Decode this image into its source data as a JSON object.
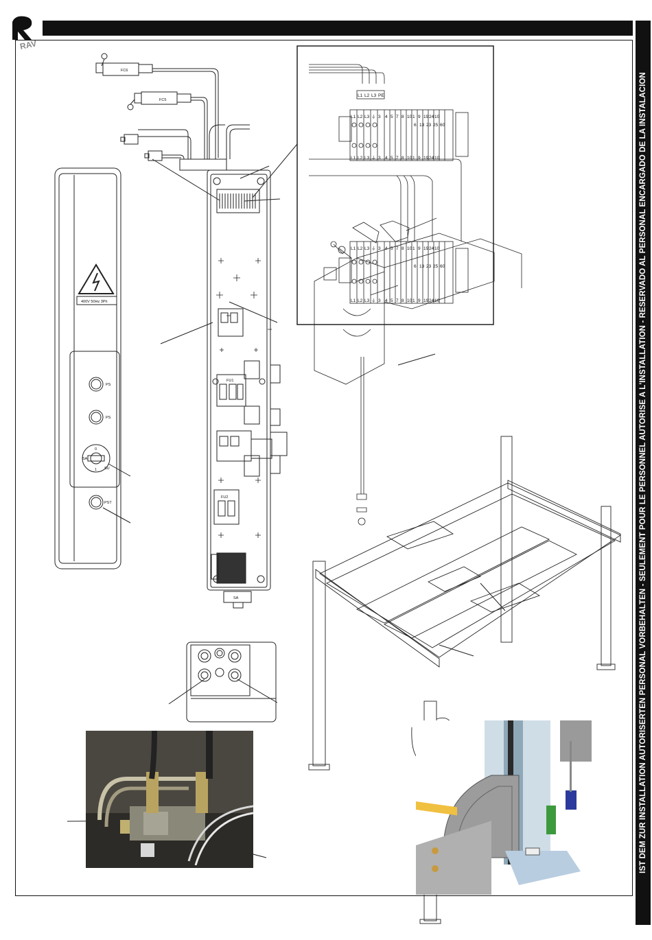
{
  "side_banner": {
    "text": "IST DEM ZUR INSTALLATION AUTORISERTEN PERSONAL VORBEHALTEN - SEULEMENT POUR LE PERSONNEL AUTORISE A L'INSTALLATION - RESERVADO AL PERSONAL ENCARGADO DE LA INSTALACION"
  },
  "logo": {
    "text": "RAV"
  },
  "limit_switches": {
    "upper": "FC6",
    "lower": "FC5"
  },
  "control_box": {
    "voltage_label": "400V 50Hz 3Ph",
    "button_up": "PS",
    "button_down": "PS",
    "button_stop": "PST",
    "selector_zero": "0",
    "selector_one": "1",
    "selector_left": "SA",
    "selector_right": "SU"
  },
  "panel": {
    "fuse_top": "FU1",
    "fuse_bottom": "FU2",
    "switch_label": "SA"
  },
  "terminal_top": {
    "supply": [
      "L1",
      "L2",
      "L3",
      "PE"
    ],
    "row_top": [
      "L1",
      "L2",
      "L3",
      "⏚",
      "3",
      "4",
      "5",
      "7",
      "8",
      "10",
      "1",
      "9",
      "19",
      "24",
      "10"
    ],
    "row_mid": [
      "6",
      "13",
      "23",
      "25",
      "60"
    ],
    "row_bottom": [
      "L1",
      "L2",
      "L3",
      "⏚",
      "3",
      "4",
      "5",
      "7",
      "8",
      "10",
      "1",
      "9",
      "19",
      "24",
      "10"
    ]
  },
  "terminal_bottom": {
    "row_top": [
      "L1",
      "L2",
      "L3",
      "⏚",
      "3",
      "4",
      "5",
      "7",
      "8",
      "10",
      "1",
      "9",
      "19",
      "24",
      "10"
    ],
    "row_mid": [
      "6",
      "13",
      "23",
      "25",
      "60"
    ],
    "row_bottom": [
      "L1",
      "L2",
      "L3",
      "⏚",
      "3",
      "4",
      "5",
      "7",
      "8",
      "10",
      "1",
      "9",
      "19",
      "24",
      "10"
    ]
  }
}
